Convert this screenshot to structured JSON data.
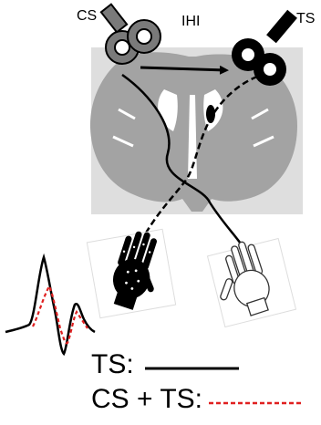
{
  "labels": {
    "cs": "CS",
    "ihi": "IHI",
    "ts": "TS"
  },
  "legend": {
    "ts_label": "TS:",
    "cs_ts_label": "CS + TS:"
  },
  "colors": {
    "brain": "#a3a3a3",
    "brain_background": "#dedede",
    "cs_coil": "#7a7a7a",
    "ts_coil": "#000000",
    "trace_ts": "#000000",
    "trace_cs_ts": "#e02020"
  },
  "icons": {
    "cs_coil": "figure-eight-coil-icon",
    "ts_coil": "figure-eight-coil-icon",
    "active_hand": "hand-icon",
    "inactive_hand": "hand-outline-icon"
  }
}
